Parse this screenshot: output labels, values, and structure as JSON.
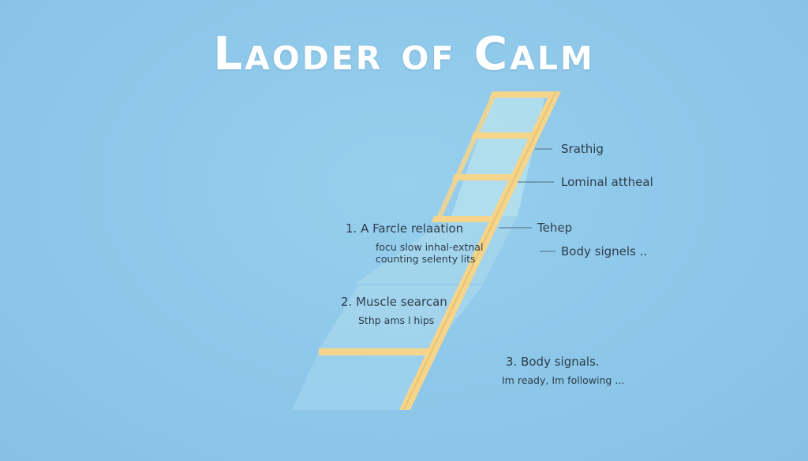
{
  "title": "Laoder of Calm",
  "colors": {
    "background": "#8fc9ea",
    "ladder": "#f5d58c",
    "ladder_edge": "#e8c472",
    "panel": "#bfe3ef",
    "connector": "#5c7f98",
    "text": "#2e3d4a",
    "title": "#ffffff"
  },
  "side_labels": [
    {
      "text": "Srathig"
    },
    {
      "text": "Lominal attheal"
    },
    {
      "text": "Tehep"
    },
    {
      "text": "Body signels .."
    }
  ],
  "steps": [
    {
      "number": "1.",
      "title": "A Farcle relaation",
      "sub_lines": [
        "focu slow inhal-extnal",
        "counting selenty lits"
      ]
    },
    {
      "number": "2.",
      "title": "Muscle searcan",
      "sub_lines": [
        "Sthp ams l hips"
      ]
    },
    {
      "number": "3.",
      "title": "Body signals.",
      "sub_lines": [
        "Im ready, Im following ..."
      ]
    }
  ]
}
